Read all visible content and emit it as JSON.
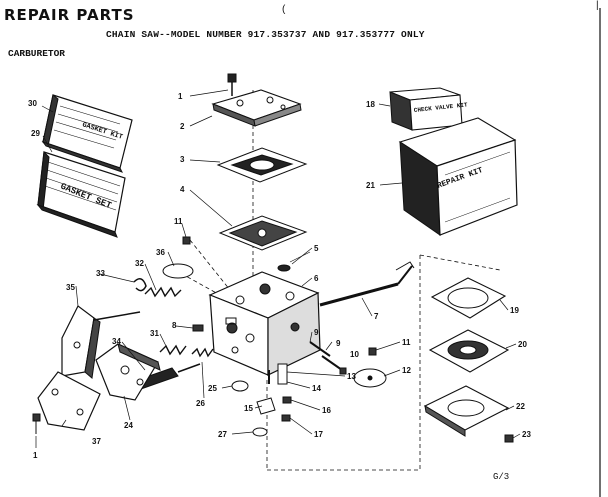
{
  "header": {
    "title": "Repair Parts",
    "subtitle": "CHAIN SAW--MODEL NUMBER 917.353737 AND 917.353777 ONLY",
    "section": "CARBURETOR",
    "top_mark": "(",
    "corner_mark": "|",
    "footer_mark": "G/3"
  },
  "kits": {
    "check_valve": "CHECK VALVE KIT",
    "gasket_kit_1": "GASKET KIT",
    "gasket_set": "GASKET SET",
    "repair_kit": "REPAIR KIT"
  },
  "callouts": [
    "1",
    "2",
    "3",
    "4",
    "5",
    "6",
    "7",
    "8",
    "9",
    "10",
    "11",
    "12",
    "13",
    "14",
    "15",
    "16",
    "17",
    "18",
    "19",
    "20",
    "21",
    "22",
    "23",
    "24",
    "25",
    "26",
    "27",
    "28",
    "29",
    "30",
    "31",
    "32",
    "33",
    "34",
    "35",
    "36",
    "37",
    "1"
  ]
}
